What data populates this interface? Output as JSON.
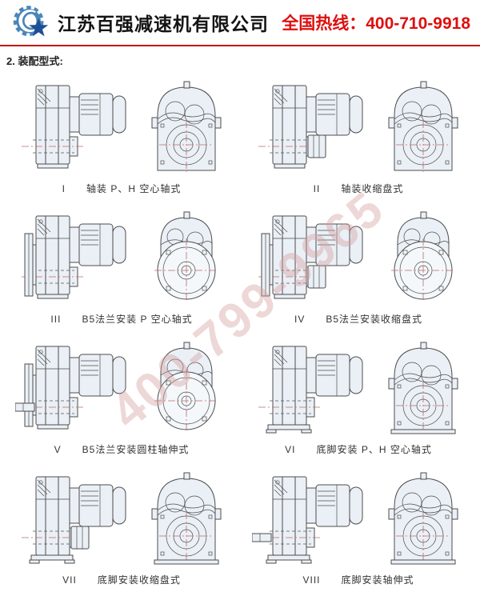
{
  "header": {
    "company_name": "江苏百强减速机有限公司",
    "hotline": "全国热线：400-710-9918"
  },
  "section": {
    "label": "2. 装配型式:"
  },
  "watermark": "400-799-9965",
  "figures": [
    {
      "numeral": "I",
      "caption": "轴装 P、H 空心轴式"
    },
    {
      "numeral": "II",
      "caption": "轴装收缩盘式"
    },
    {
      "numeral": "III",
      "caption": "B5法兰安装 P 空心轴式"
    },
    {
      "numeral": "IV",
      "caption": "B5法兰安装收缩盘式"
    },
    {
      "numeral": "V",
      "caption": "B5法兰安装圆柱轴伸式"
    },
    {
      "numeral": "VI",
      "caption": "底脚安装 P、H 空心轴式"
    },
    {
      "numeral": "VII",
      "caption": "底脚安装收缩盘式"
    },
    {
      "numeral": "VIII",
      "caption": "底脚安装轴伸式"
    }
  ],
  "colors": {
    "accent_red": "#c41111",
    "hotline_red": "#de0f0f",
    "logo_blue": "#4a86b8",
    "logo_navy": "#1d4f96",
    "drawing_fill": "#eaf0f6",
    "watermark_pink": "#d5a0a0"
  },
  "icons": {
    "logo": "gear-star-logo"
  }
}
